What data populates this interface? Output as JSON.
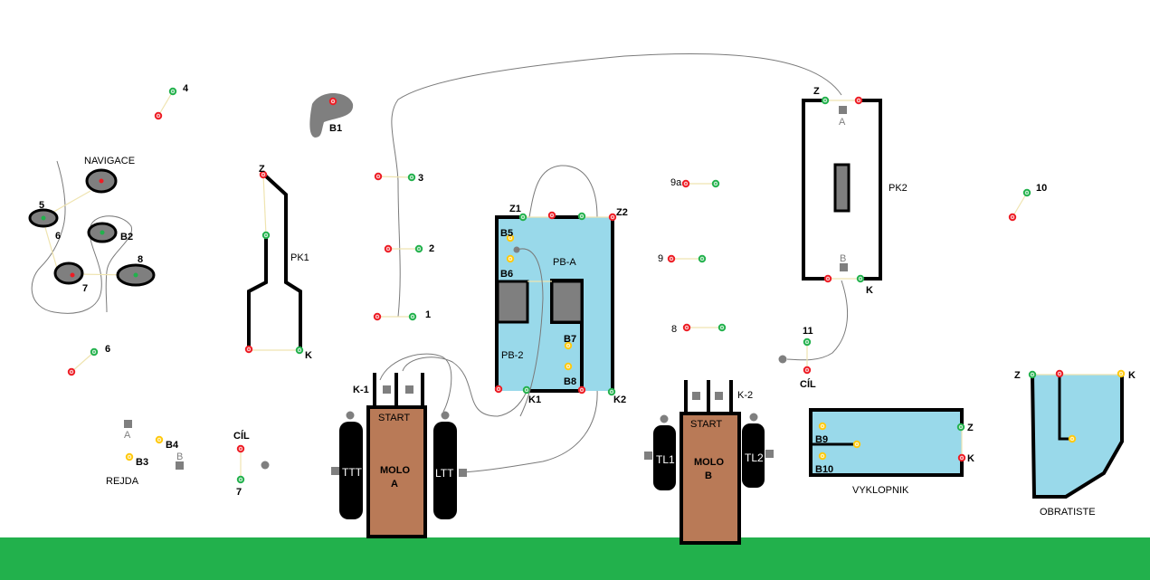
{
  "title": "RC boat course layout",
  "colors": {
    "water": "#99d9ea",
    "wall": "#000000",
    "gray": "#7f7f7f",
    "pier": "#b97a57",
    "grass": "#22b14c",
    "buoy_red": "#ed1c24",
    "buoy_green": "#22b14c",
    "buoy_yellow": "#ffc90e",
    "gate_line": "#efe4b0",
    "route": "#7a7a7a"
  },
  "gates": [
    {
      "label": "1"
    },
    {
      "label": "2"
    },
    {
      "label": "3"
    },
    {
      "label": "4"
    },
    {
      "label": "6"
    },
    {
      "label": "7"
    },
    {
      "label": "8"
    },
    {
      "label": "9"
    },
    {
      "label": "9a"
    },
    {
      "label": "10"
    },
    {
      "label": "11"
    }
  ],
  "navigace": {
    "title": "NAVIGACE",
    "labels": {
      "b2": "B2",
      "n5": "5",
      "n6": "6",
      "n7": "7",
      "n8": "8"
    }
  },
  "b1": {
    "label": "B1"
  },
  "pk1": {
    "title": "PK1",
    "z": "Z",
    "k": "K"
  },
  "pk2": {
    "title": "PK2",
    "z": "Z",
    "k": "K",
    "a": "A",
    "b": "B"
  },
  "pool": {
    "pb_a": "PB-A",
    "pb_2": "PB-2",
    "z1": "Z1",
    "z2": "Z2",
    "k1": "K1",
    "k2": "K2",
    "b5": "B5",
    "b6": "B6",
    "b7": "B7",
    "b8": "B8"
  },
  "molo_a": {
    "line1": "MOLO",
    "line2": "A",
    "start": "START",
    "left": "TTT",
    "right": "LTT",
    "k": "K-1"
  },
  "molo_b": {
    "line1": "MOLO",
    "line2": "B",
    "start": "START",
    "left": "TL1",
    "right": "TL2",
    "k": "K-2"
  },
  "rejda": {
    "title": "REJDA",
    "a": "A",
    "b": "B",
    "b3": "B3",
    "b4": "B4"
  },
  "cil_left": {
    "title": "CÍL",
    "num": "7"
  },
  "cil_right": {
    "title": "CÍL",
    "num": "11"
  },
  "vyklopnik": {
    "title": "VYKLOPNIK",
    "b9": "B9",
    "b10": "B10",
    "z": "Z",
    "k": "K"
  },
  "obratiste": {
    "title": "OBRATISTE",
    "z": "Z",
    "k": "K"
  }
}
